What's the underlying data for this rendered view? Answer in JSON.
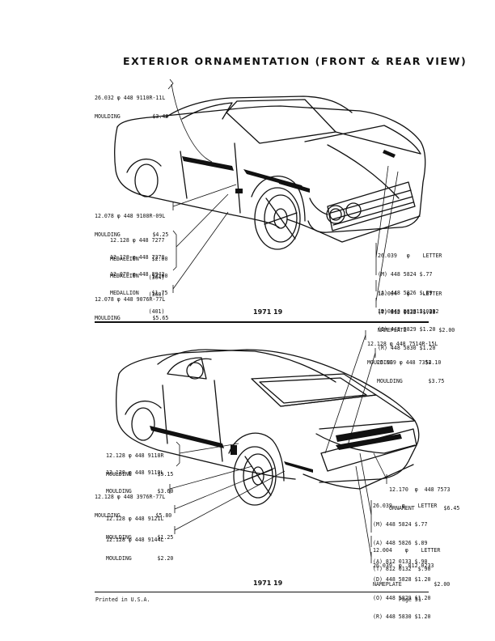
{
  "title": "EXTERIOR  ORNAMENTATION  (FRONT & REAR VIEW)",
  "front": {
    "year_mark": "1971 19",
    "callouts": [
      {
        "lines": [
          "26.032 φ 448 9110R-11L",
          "MOULDING          $3.40"
        ]
      },
      {
        "lines": [
          "12.078 φ 448 9108R-09L",
          "MOULDING          $4.25"
        ]
      },
      {
        "lines": [
          "12.128 φ 448 7277",
          "MEDALLION    $2.00",
          "            (304)"
        ]
      },
      {
        "lines": [
          "12.128 φ 448 7278",
          "MEDALLION    $2.00",
          "            (360)"
        ]
      },
      {
        "lines": [
          "12.078 φ 448 8942",
          "MEDALLION    $1.75",
          "            (401)"
        ]
      },
      {
        "lines": [
          "12.078 φ 448 9076R-77L",
          "MOULDING          $5.65"
        ]
      },
      {
        "lines": [
          "26.039   φ    LETTER",
          "(M) 448 5824 $.77",
          "(A) 448 5826 $.89",
          "(D) 448 5828 $1.20",
          "(O) 448 5829 $1.20",
          "(R) 448 5830 $1.20"
        ]
      },
      {
        "lines": [
          "12.004   φ    LETTER",
          "(T) 812 0132  $.90"
        ]
      },
      {
        "lines": [
          "12.004  φ  812 0232",
          "NAMEPLATE          $2.00"
        ]
      }
    ]
  },
  "rear": {
    "year_mark": "1971 19",
    "callouts": [
      {
        "lines": [
          "12.128 φ 448 7514R-15L",
          "MOULDING          $2.10"
        ]
      },
      {
        "lines": [
          "26.039 φ 448 7354",
          "MOULDING        $3.75"
        ]
      },
      {
        "lines": [
          "12.128 φ 448 9118R",
          "MOULDING        $5.15"
        ]
      },
      {
        "lines": [
          "12.128 φ 448 9119L",
          "MOULDING        $3.60"
        ]
      },
      {
        "lines": [
          "12.128 φ 448 3976R-77L",
          "MOULDING           $5.80"
        ]
      },
      {
        "lines": [
          "12.128 φ 448 9121L",
          "MOULDING        $1.25"
        ]
      },
      {
        "lines": [
          "12.128 φ 448 9144L",
          "MOULDING        $2.20"
        ]
      },
      {
        "lines": [
          "12.170  φ  448 7573",
          "ORNAMENT         $6.45"
        ]
      },
      {
        "lines": [
          "26.039   φ    LETTER",
          "(M) 448 5824 $.77",
          "(A) 448 5826 $.89",
          "(A) 812 0133 $.90",
          "(D) 448 5828 $1.20",
          "(O) 448 5829 $1.20",
          "(R) 448 5830 $1.20"
        ]
      },
      {
        "lines": [
          "12.004    φ    LETTER",
          "(T) 812 0132  $.90"
        ]
      },
      {
        "lines": [
          "26.039  φ  812 0233",
          "NAMEPLATE          $2.00"
        ]
      }
    ]
  },
  "footer": {
    "left": "Printed in U.S.A.",
    "right": "Page 51"
  }
}
